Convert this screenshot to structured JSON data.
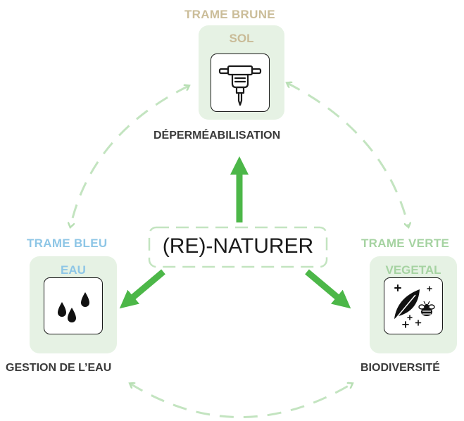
{
  "center": {
    "title": "(RE)-NATURER"
  },
  "top": {
    "trame": "TRAME BRUNE",
    "theme": "SOL",
    "caption": "DÉPERMÉABILISATION",
    "icon": "jackhammer-icon"
  },
  "left": {
    "trame": "TRAME BLEU",
    "theme": "EAU",
    "caption": "GESTION DE L’EAU",
    "icon": "water-drops-icon"
  },
  "right": {
    "trame": "TRAME VERTE",
    "theme": "VEGETAL",
    "caption": "BIODIVERSITÉ",
    "icon": "leaf-bee-icon"
  },
  "colors": {
    "brown": "#cbbd99",
    "blue": "#8ec6e6",
    "green": "#a6d3a2",
    "arrow_green": "#4cb748",
    "dashed_green": "#c3e4c0",
    "panel_bg": "#e6f2e4"
  }
}
